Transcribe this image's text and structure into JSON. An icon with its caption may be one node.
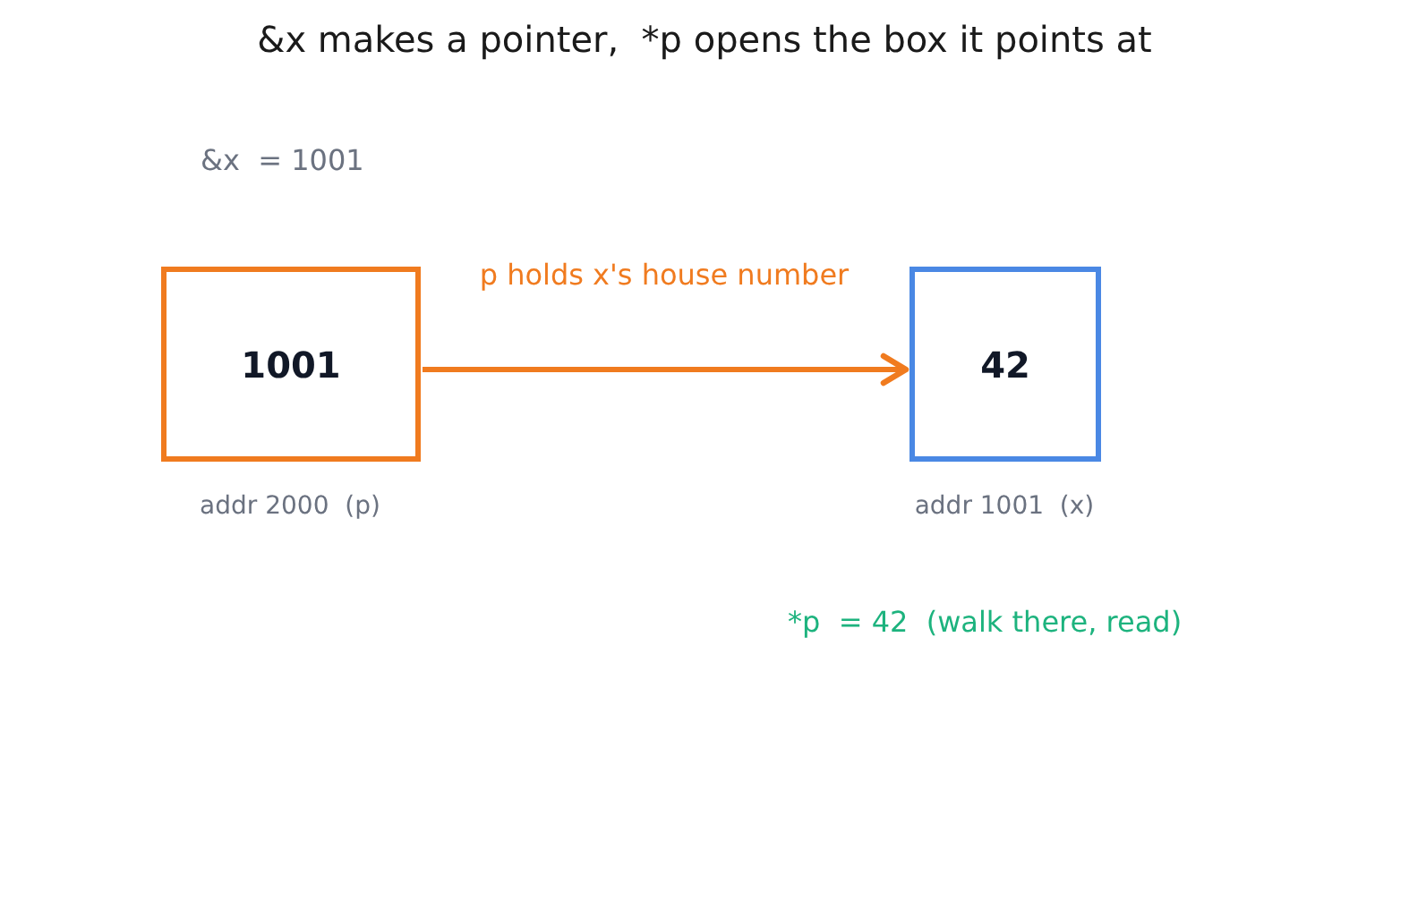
{
  "diagram": {
    "title": "&x makes a pointer,  *p opens the box it points at",
    "nodes": [
      {
        "text": [
          "1001"
        ],
        "beside": [
          "addr 2000  (p)"
        ]
      },
      {
        "text": [
          "42"
        ],
        "beside": [
          "addr 1001  (x)"
        ]
      }
    ],
    "edges": [
      {
        "from": 0,
        "to": 1,
        "arrow": "to",
        "label": "p holds x's house number",
        "color": "#f07b1f"
      }
    ],
    "labels": [
      "&x  = 1001",
      "*p  = 42  (walk there, read)"
    ]
  }
}
